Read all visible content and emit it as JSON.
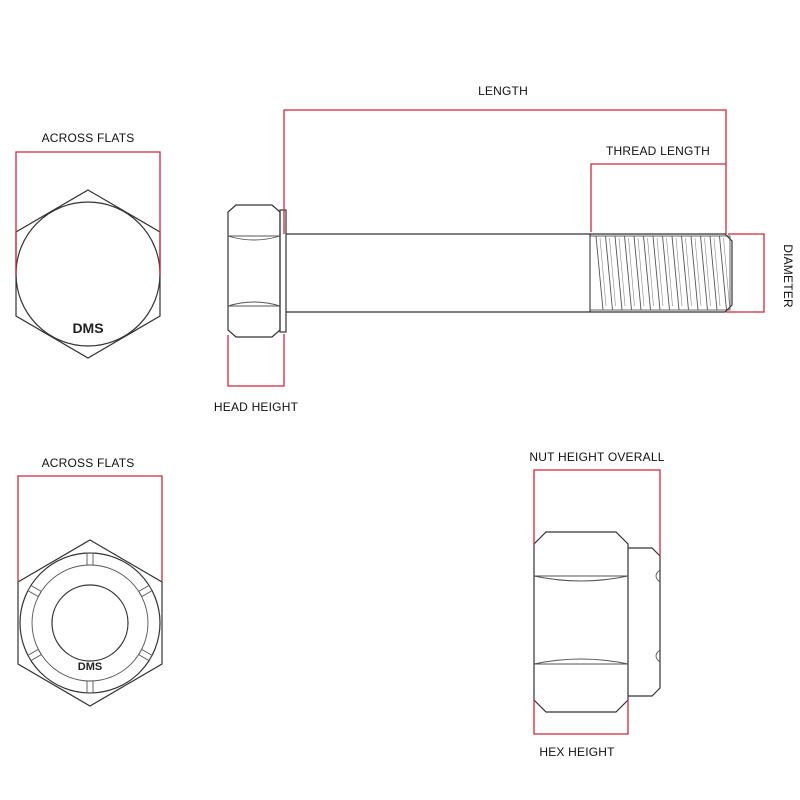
{
  "labels": {
    "length": "LENGTH",
    "thread_length": "THREAD LENGTH",
    "diameter": "DIAMETER",
    "head_height": "HEAD HEIGHT",
    "across_flats_bolt": "ACROSS FLATS",
    "across_flats_nut": "ACROSS FLATS",
    "nut_height_overall": "NUT HEIGHT OVERALL",
    "hex_height": "HEX HEIGHT"
  },
  "marks": {
    "bolt_head_stamp": "DMS",
    "nut_stamp": "DMS"
  },
  "colors": {
    "dimension_line": "#d8243a",
    "part_outline": "#333333",
    "text": "#111111"
  }
}
